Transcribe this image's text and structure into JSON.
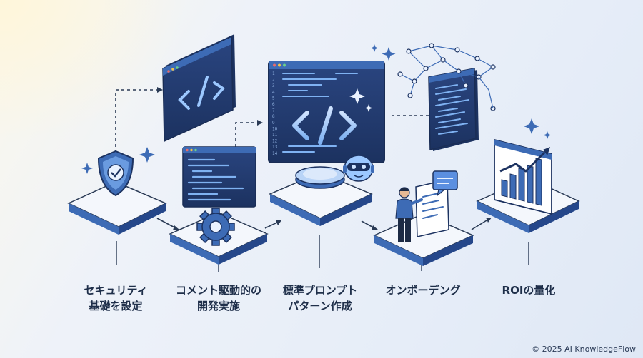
{
  "steps": [
    {
      "line1": "セキュリティ",
      "line2": "基礎を設定"
    },
    {
      "line1": "コメント駆動的の",
      "line2": "開発実施"
    },
    {
      "line1": "標準プロンプト",
      "line2": "パターン作成"
    },
    {
      "line1": "オンボーデング",
      "line2": ""
    },
    {
      "line1": "ROIの量化",
      "line2": ""
    }
  ],
  "code_line_numbers": [
    "1",
    "2",
    "3",
    "4",
    "5",
    "6",
    "7",
    "8",
    "9",
    "10",
    "11",
    "12",
    "13",
    "14"
  ],
  "code_tag": "</>",
  "copyright": "© 2025 AI KnowledgeFlow",
  "colors": {
    "dark_navy": "#233b6e",
    "mid_blue": "#3d6bb5",
    "accent": "#5b8fe0",
    "platform": "#f4f7fc"
  }
}
